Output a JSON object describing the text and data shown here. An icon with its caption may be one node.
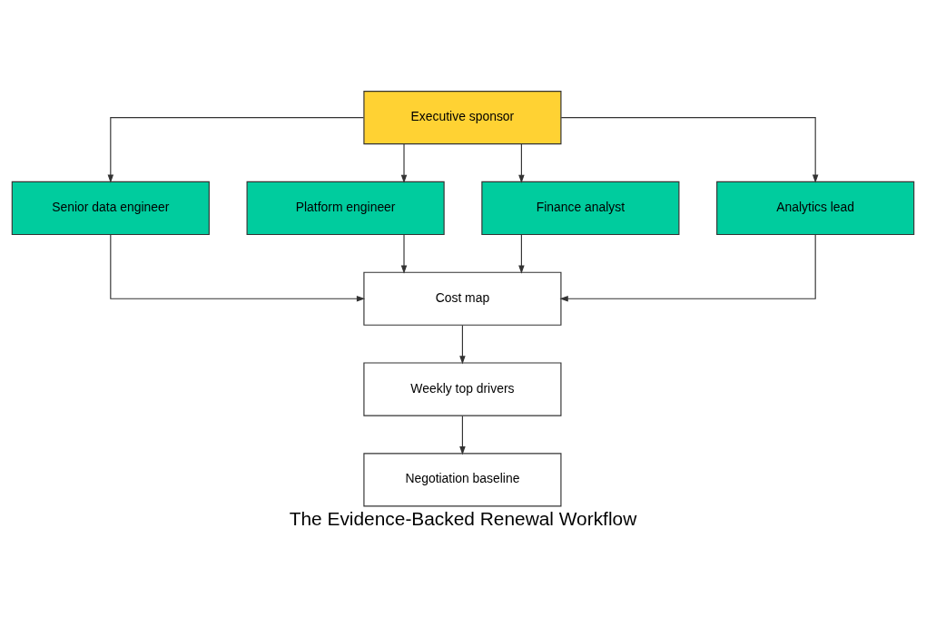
{
  "diagram": {
    "caption": "The Evidence-Backed Renewal Workflow",
    "nodes": [
      {
        "text": [
          "Executive sponsor"
        ]
      },
      {
        "text": [
          "Senior data engineer"
        ]
      },
      {
        "text": [
          "Platform engineer"
        ]
      },
      {
        "text": [
          "Finance analyst"
        ]
      },
      {
        "text": [
          "Analytics lead"
        ]
      },
      {
        "text": [
          "Cost map"
        ]
      },
      {
        "text": [
          "Weekly top drivers"
        ]
      },
      {
        "text": [
          "Negotiation baseline"
        ]
      }
    ],
    "edges": [
      {
        "from": 0,
        "to": 1,
        "arrow": "to"
      },
      {
        "from": 0,
        "to": 2,
        "arrow": "to"
      },
      {
        "from": 0,
        "to": 3,
        "arrow": "to"
      },
      {
        "from": 0,
        "to": 4,
        "arrow": "to"
      },
      {
        "from": 1,
        "to": 5,
        "arrow": "to"
      },
      {
        "from": 2,
        "to": 5,
        "arrow": "to"
      },
      {
        "from": 3,
        "to": 5,
        "arrow": "to"
      },
      {
        "from": 4,
        "to": 5,
        "arrow": "to"
      },
      {
        "from": 5,
        "to": 6,
        "arrow": "to"
      },
      {
        "from": 6,
        "to": 7,
        "arrow": "to"
      }
    ]
  }
}
